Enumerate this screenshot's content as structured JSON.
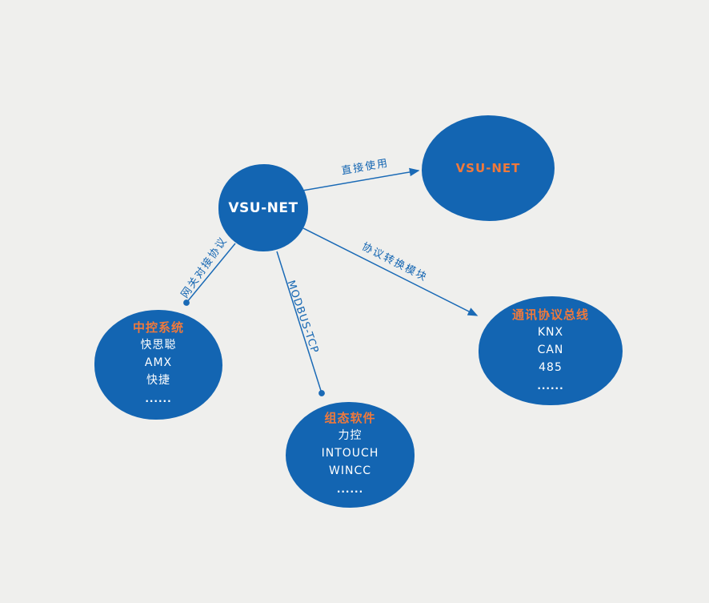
{
  "diagram": {
    "background_color": "#efefed",
    "node_fill_color": "#1365b2",
    "edge_line_color": "#1a6ab6",
    "accent_orange": "#f0793b",
    "node_text_color": "#ffffff"
  },
  "center_node": {
    "title": "VSU-NET"
  },
  "nodes": {
    "vsu_direct": {
      "title": "VSU-NET"
    },
    "control_system": {
      "title": "中控系统",
      "items": [
        "快思聪",
        "AMX",
        "快捷"
      ],
      "more": "......"
    },
    "scada_software": {
      "title": "组态软件",
      "items": [
        "力控",
        "INTOUCH",
        "WINCC"
      ],
      "more": "......"
    },
    "protocol_bus": {
      "title": "通讯协议总线",
      "items": [
        "KNX",
        "CAN",
        "485"
      ],
      "more": "......"
    }
  },
  "edges": {
    "direct_use": "直接使用",
    "gateway_protocol": "网关对接协议",
    "modbus_tcp": "MODBUS-TCP",
    "protocol_module": "协议转换模块"
  }
}
